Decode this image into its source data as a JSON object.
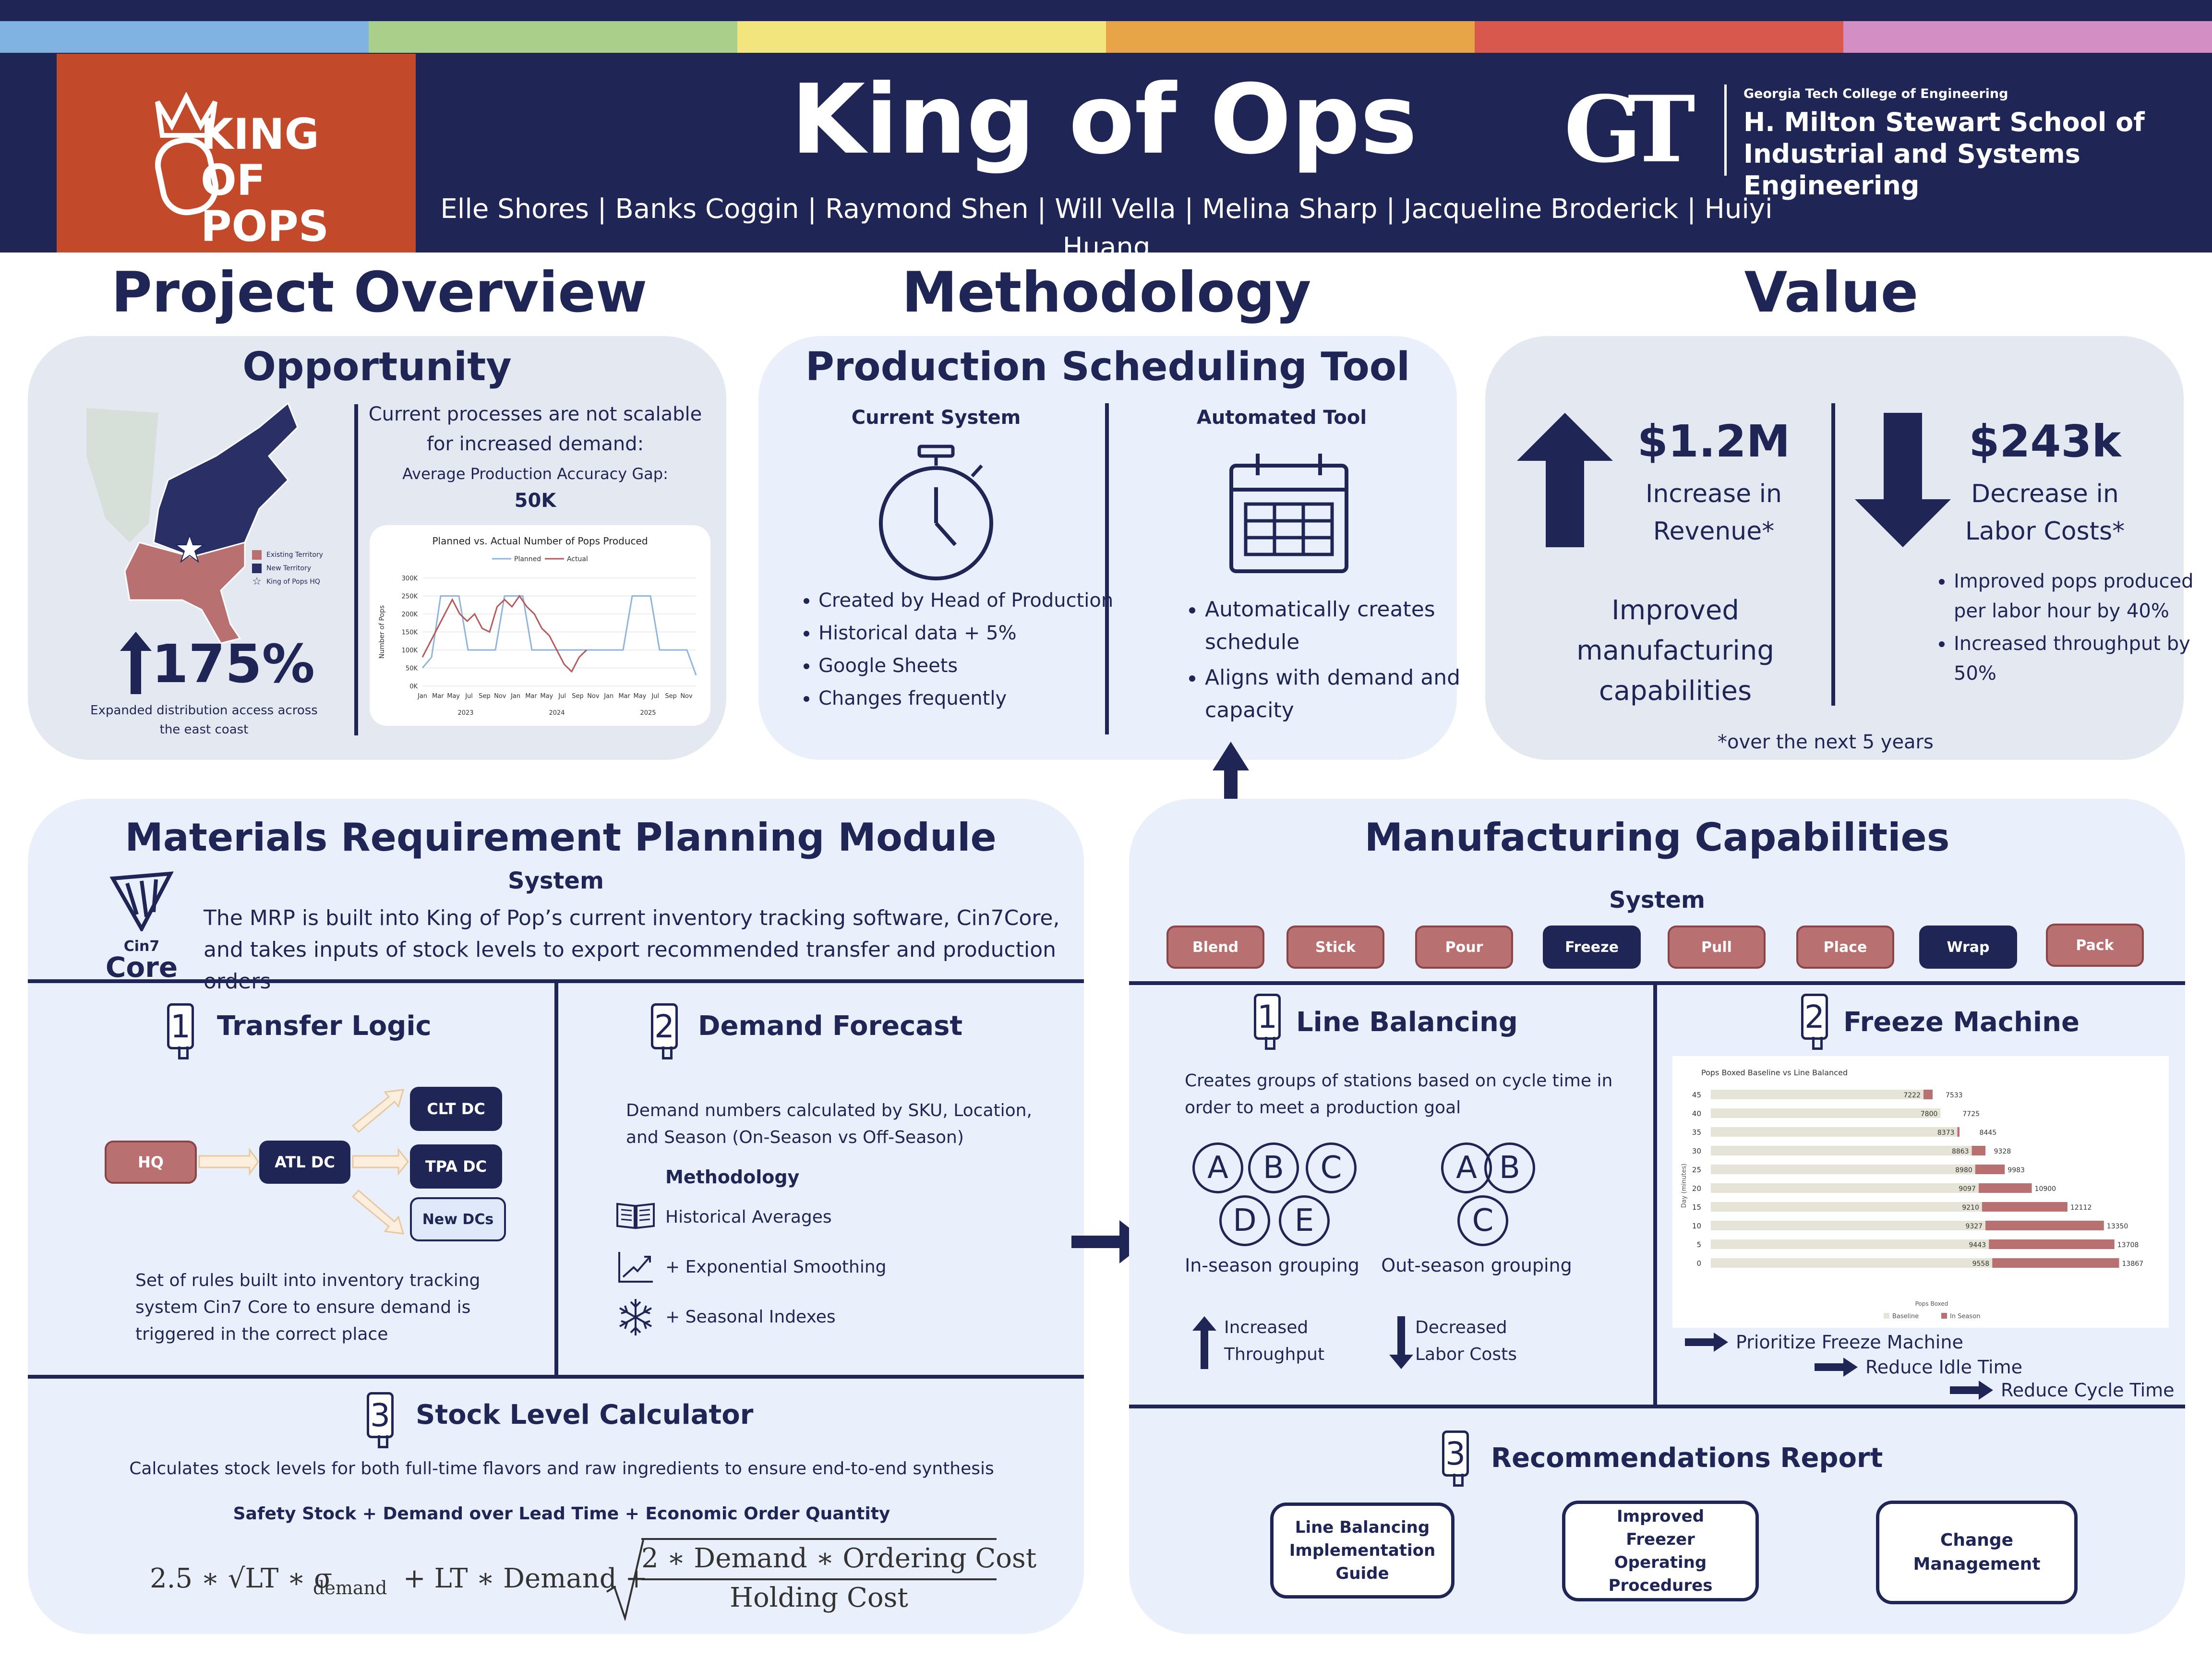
{
  "colors": {
    "navy": "#1f2554",
    "orange": "#c24a2b",
    "panel": "#e4e9f1",
    "panel_blue": "#e9f0fb",
    "pink": "#b87070"
  },
  "header": {
    "logo_text": "KING OF POPS",
    "title": "King of Ops",
    "team": "Elle Shores | Banks Coggin | Raymond Shen | Will Vella | Melina Sharp | Jacqueline Broderick | Huiyi Huang",
    "gt_college": "Georgia Tech College of Engineering",
    "gt_school_1": "H. Milton Stewart School of",
    "gt_school_2": "Industrial and Systems Engineering"
  },
  "sections": {
    "overview": "Project Overview",
    "methodology": "Methodology",
    "value": "Value"
  },
  "opportunity": {
    "title": "Opportunity",
    "text": "Current processes are not scalable for increased demand:",
    "gap_label": "Average Production Accuracy Gap:",
    "gap_value": "50K",
    "legend": [
      "Existing Territory",
      "New Territory",
      "King of Pops HQ"
    ],
    "stat": "175%",
    "stat_caption": "Expanded distribution access across the east coast"
  },
  "chart_data": {
    "type": "line",
    "title": "Planned vs. Actual Number of Pops Produced",
    "ylabel": "Number of Pops",
    "y_ticks": [
      "0K",
      "50K",
      "100K",
      "150K",
      "200K",
      "250K",
      "300K"
    ],
    "ylim": [
      0,
      300000
    ],
    "x_ticks": [
      "Jan",
      "Mar",
      "May",
      "Jul",
      "Sep",
      "Nov",
      "Jan",
      "Mar",
      "May",
      "Jul",
      "Sep",
      "Nov",
      "Jan",
      "Mar",
      "May",
      "Jul",
      "Sep",
      "Nov"
    ],
    "years": [
      "2023",
      "2024",
      "2025"
    ],
    "series": [
      {
        "name": "Planned",
        "color": "#8fb4e0",
        "values": [
          50000,
          80000,
          250000,
          250000,
          250000,
          100000,
          100000,
          100000,
          100000,
          250000,
          250000,
          250000,
          100000,
          100000,
          100000,
          100000,
          100000,
          100000,
          100000,
          100000,
          100000,
          100000,
          100000,
          250000,
          250000,
          250000,
          100000,
          100000,
          100000,
          100000,
          30000
        ]
      },
      {
        "name": "Actual",
        "color": "#b55a5a",
        "values": [
          80000,
          120000,
          160000,
          200000,
          240000,
          200000,
          180000,
          200000,
          160000,
          150000,
          220000,
          240000,
          220000,
          250000,
          220000,
          200000,
          160000,
          140000,
          100000,
          60000,
          40000,
          80000,
          100000
        ]
      }
    ]
  },
  "pst": {
    "title": "Production Scheduling Tool",
    "current_title": "Current System",
    "current_items": [
      "Created by Head of Production",
      "Historical data + 5%",
      "Google Sheets",
      "Changes frequently"
    ],
    "auto_title": "Automated Tool",
    "auto_items": [
      "Automatically creates schedule",
      "Aligns with demand and capacity"
    ]
  },
  "value": {
    "rev_value": "$1.2M",
    "rev_label": "Increase in Revenue*",
    "rev_sub": "Improved manufacturing capabilities",
    "cost_value": "$243k",
    "cost_label": "Decrease in Labor Costs*",
    "cost_items": [
      "Improved pops produced per labor hour by 40%",
      "Increased throughput by 50%"
    ],
    "footnote": "*over the next 5 years"
  },
  "mrp": {
    "title": "Materials Requirement Planning Module",
    "system": "System",
    "cin7_1": "Cin7",
    "cin7_2": "Core",
    "text": "The MRP is built into King of Pop’s current inventory tracking software, Cin7Core, and takes inputs of stock levels to export recommended transfer and production orders",
    "transfer": {
      "num": "1",
      "title": "Transfer Logic",
      "hq": "HQ",
      "atl": "ATL DC",
      "clt": "CLT DC",
      "tpa": "TPA DC",
      "new": "New DCs",
      "text": "Set of rules built into inventory tracking system Cin7 Core to ensure demand is triggered in the correct place"
    },
    "forecast": {
      "num": "2",
      "title": "Demand Forecast",
      "text": "Demand numbers calculated by SKU, Location, and Season (On-Season vs Off-Season)",
      "method": "Methodology",
      "items": [
        "Historical Averages",
        "+ Exponential Smoothing",
        "+ Seasonal Indexes"
      ]
    },
    "stock": {
      "num": "3",
      "title": "Stock Level Calculator",
      "text": "Calculates stock levels for both full-time flavors and raw ingredients to ensure end-to-end synthesis",
      "formula_title": "Safety Stock + Demand over Lead Time + Economic Order Quantity",
      "f_left": "2.5 ∗ √LT ∗ σ",
      "f_sub": "demand",
      "f_mid": " + LT ∗ Demand + ",
      "f_num": "2 ∗ Demand ∗ Ordering Cost",
      "f_den": "Holding Cost"
    }
  },
  "mfg": {
    "title": "Manufacturing Capabilities",
    "system": "System",
    "steps": [
      "Blend",
      "Stick",
      "Pour",
      "Freeze",
      "Pull",
      "Place",
      "Wrap",
      "Pack"
    ],
    "line": {
      "num": "1",
      "title": "Line Balancing",
      "text": "Creates groups of stations based on cycle time in order to meet a production goal",
      "in_season": "In-season grouping",
      "out_season": "Out-season grouping",
      "up": "Increased Throughput",
      "down": "Decreased Labor Costs",
      "letters_in": [
        "A",
        "B",
        "C",
        "D",
        "E"
      ],
      "letters_out": [
        "A",
        "B",
        "C"
      ]
    },
    "freeze": {
      "num": "2",
      "title": "Freeze Machine",
      "actions": [
        "Prioritize Freeze Machine",
        "Reduce Idle Time",
        "Reduce Cycle Time"
      ]
    },
    "report": {
      "num": "3",
      "title": "Recommendations Report",
      "items": [
        "Line Balancing Implementation Guide",
        "Improved Freezer Operating Procedures",
        "Change Management"
      ]
    }
  },
  "freeze_chart": {
    "type": "bar",
    "title": "Pops Boxed Baseline vs Line Balanced",
    "ylabel": "Day (minutes)",
    "xlabel": "Pops Boxed",
    "categories": [
      "45",
      "40",
      "35",
      "30",
      "25",
      "20",
      "15",
      "10",
      "5",
      "0"
    ],
    "series": [
      {
        "name": "Baseline",
        "color": "#e6e4d6",
        "values": [
          7222,
          7800,
          8373,
          8863,
          8980,
          9097,
          9210,
          9327,
          9443,
          9558
        ]
      },
      {
        "name": "In Season",
        "color": "#b87070",
        "values": [
          7533,
          7725,
          8445,
          9328,
          9983,
          10900,
          12112,
          13350,
          13708,
          13867
        ]
      }
    ],
    "xlim": [
      0,
      15000
    ]
  }
}
